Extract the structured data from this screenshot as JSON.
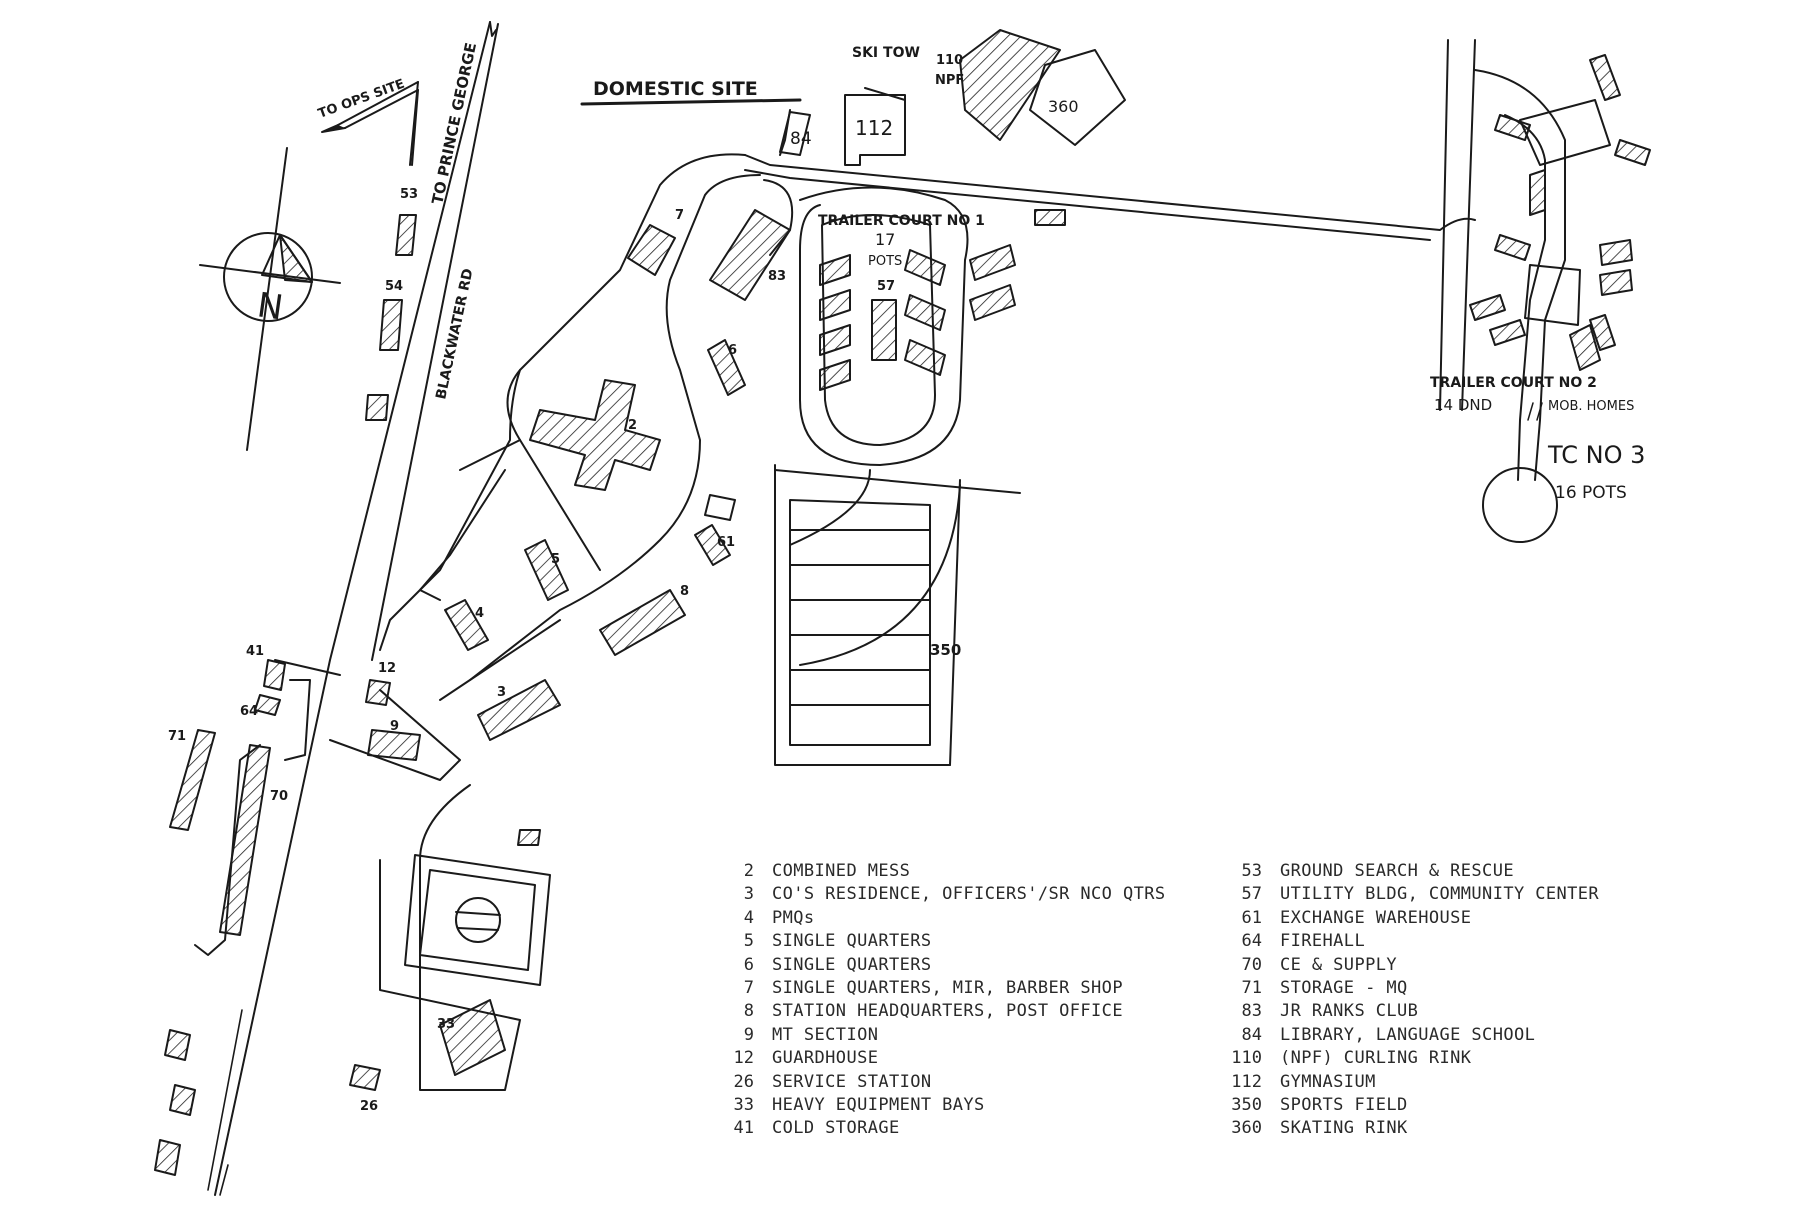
{
  "title": "DOMESTIC SITE",
  "roads": {
    "ops": "TO OPS SITE",
    "prince_george": "TO PRINCE GEORGE",
    "blackwater": "BLACKWATER RD",
    "ski_tow": "SKI TOW"
  },
  "compass": {
    "north": "N"
  },
  "trailer_courts": {
    "tc1": "TRAILER COURT NO 1",
    "tc1_pots": "17",
    "tc1_pots_word": "POTS",
    "tc2": "TRAILER COURT NO 2",
    "tc2_dnd": "14 DND",
    "tc2_homes": "MOB. HOMES",
    "tc3": "TC NO 3",
    "tc3_pots": "16 POTS"
  },
  "building_labels": {
    "b2": "2",
    "b3": "3",
    "b4": "4",
    "b5": "5",
    "b6": "6",
    "b7": "7",
    "b8": "8",
    "b9": "9",
    "b12": "12",
    "b26": "26",
    "b33": "33",
    "b41": "41",
    "b53": "53",
    "b54": "54",
    "b57": "57",
    "b61": "61",
    "b64": "64",
    "b70": "70",
    "b71": "71",
    "b83": "83",
    "b84": "84",
    "b110": "110",
    "b110_npf": "NPF",
    "b112": "112",
    "b350": "350",
    "b360": "360"
  },
  "legend": {
    "left": [
      {
        "num": "2",
        "desc": "COMBINED MESS"
      },
      {
        "num": "3",
        "desc": "CO'S RESIDENCE, OFFICERS'/SR NCO QTRS"
      },
      {
        "num": "4",
        "desc": "PMQs"
      },
      {
        "num": "5",
        "desc": "SINGLE QUARTERS"
      },
      {
        "num": "6",
        "desc": "SINGLE QUARTERS"
      },
      {
        "num": "7",
        "desc": "SINGLE QUARTERS, MIR, BARBER SHOP"
      },
      {
        "num": "8",
        "desc": "STATION HEADQUARTERS, POST OFFICE"
      },
      {
        "num": "9",
        "desc": "MT SECTION"
      },
      {
        "num": "12",
        "desc": "GUARDHOUSE"
      },
      {
        "num": "26",
        "desc": "SERVICE STATION"
      },
      {
        "num": "33",
        "desc": "HEAVY EQUIPMENT BAYS"
      },
      {
        "num": "41",
        "desc": "COLD STORAGE"
      }
    ],
    "right": [
      {
        "num": "53",
        "desc": "GROUND SEARCH & RESCUE"
      },
      {
        "num": "57",
        "desc": "UTILITY BLDG, COMMUNITY CENTER"
      },
      {
        "num": "61",
        "desc": "EXCHANGE WAREHOUSE"
      },
      {
        "num": "64",
        "desc": "FIREHALL"
      },
      {
        "num": "70",
        "desc": "CE & SUPPLY"
      },
      {
        "num": "71",
        "desc": "STORAGE - MQ"
      },
      {
        "num": "83",
        "desc": "JR RANKS CLUB"
      },
      {
        "num": "84",
        "desc": "LIBRARY, LANGUAGE SCHOOL"
      },
      {
        "num": "110",
        "desc": "(NPF) CURLING RINK"
      },
      {
        "num": "112",
        "desc": "GYMNASIUM"
      },
      {
        "num": "350",
        "desc": "SPORTS FIELD"
      },
      {
        "num": "360",
        "desc": "SKATING RINK"
      }
    ]
  }
}
